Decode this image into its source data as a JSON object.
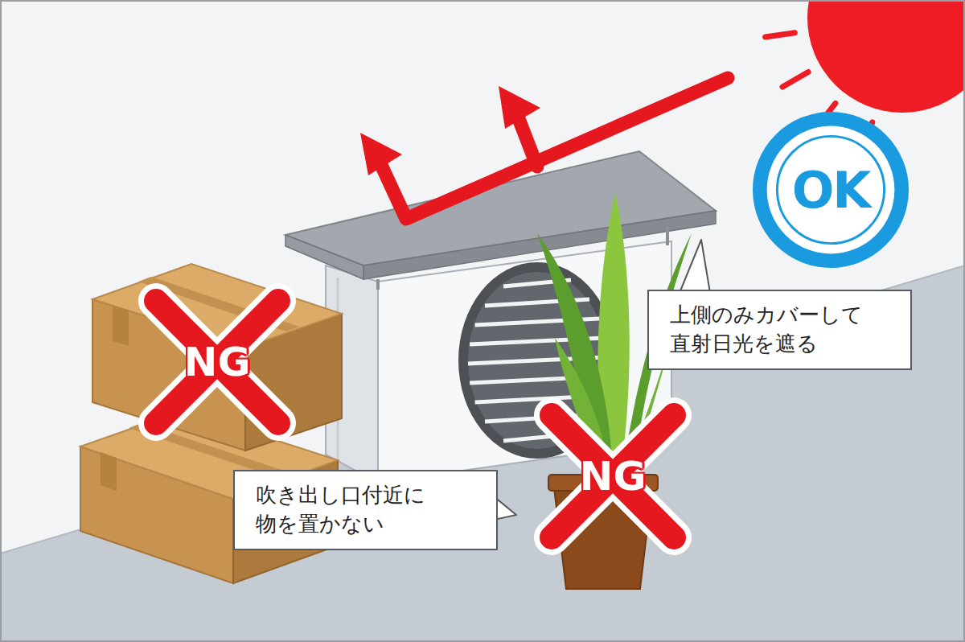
{
  "diagram": {
    "nodes": [
      {
        "text": [
          "OK"
        ]
      },
      {
        "text": [
          "上側のみカバーして 直射日光を遮る"
        ]
      },
      {
        "text": [
          "NG"
        ]
      },
      {
        "text": [
          "NG"
        ]
      },
      {
        "text": [
          "吹き出し口付近に 物を置かない"
        ]
      }
    ]
  }
}
